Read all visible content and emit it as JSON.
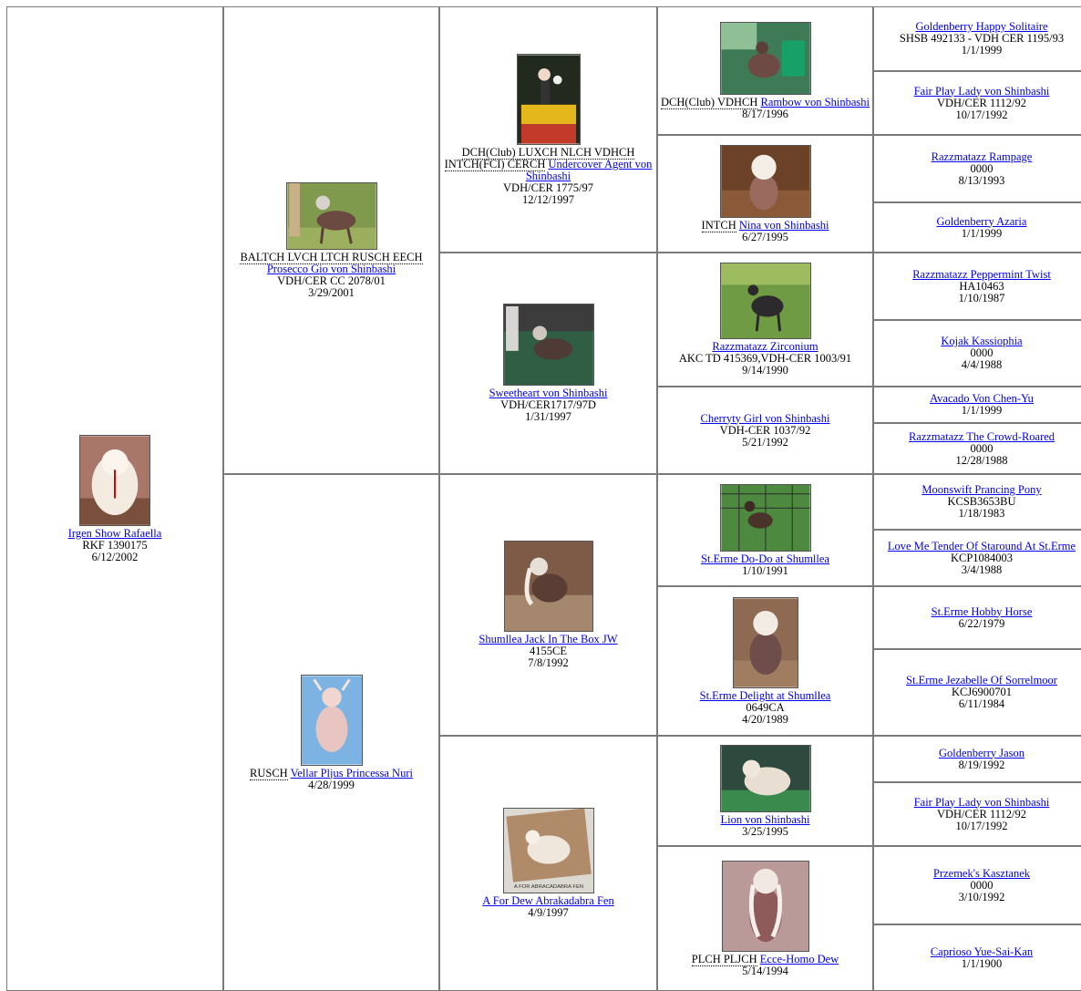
{
  "dogs": {
    "g0": {
      "name": "Irgen Show Rafaella",
      "lines": [
        "RKF 1390175",
        "6/12/2002"
      ]
    },
    "g1a": {
      "titles": "BALTCH LVCH LTCH RUSCH EECH",
      "name": "Prosecco Gio von Shinbashi",
      "lines": [
        "VDH/CER CC 2078/01",
        "3/29/2001"
      ]
    },
    "g1b": {
      "titles": "RUSCH",
      "name": "Vellar Pljus Princessa Nuri",
      "lines": [
        "4/28/1999"
      ]
    },
    "g2a": {
      "titles": "DCH(Club) LUXCH NLCH VDHCH INTCH(FCI) CERCH",
      "name": "Undercover Agent von Shinbashi",
      "lines": [
        "VDH/CER 1775/97",
        "12/12/1997"
      ]
    },
    "g2b": {
      "name": "Sweetheart von Shinbashi",
      "lines": [
        "VDH/CER1717/97D",
        "1/31/1997"
      ]
    },
    "g2c": {
      "name": "Shumllea Jack In The Box JW",
      "lines": [
        "4155CE",
        "7/8/1992"
      ]
    },
    "g2d": {
      "name": "A For Dew Abrakadabra Fen",
      "lines": [
        "4/9/1997"
      ]
    },
    "g3a": {
      "titles": "DCH(Club) VDHCH",
      "name": "Rambow von Shinbashi",
      "lines": [
        "8/17/1996"
      ]
    },
    "g3b": {
      "titles": "INTCH",
      "name": "Nina von Shinbashi",
      "lines": [
        "6/27/1995"
      ]
    },
    "g3c": {
      "name": "Razzmatazz Zirconium",
      "lines": [
        "AKC TD 415369,VDH-CER 1003/91",
        "9/14/1990"
      ]
    },
    "g3d": {
      "name": "Cherryty Girl von Shinbashi",
      "lines": [
        "VDH-CER 1037/92",
        "5/21/1992"
      ]
    },
    "g3e": {
      "name": "St.Erme Do-Do at Shumllea",
      "lines": [
        "1/10/1991"
      ]
    },
    "g3f": {
      "name": "St.Erme Delight at Shumllea",
      "lines": [
        "0649CA",
        "4/20/1989"
      ]
    },
    "g3g": {
      "name": "Lion von Shinbashi",
      "lines": [
        "3/25/1995"
      ]
    },
    "g3h": {
      "titles": "PLCH PLJCH",
      "name": "Ecce-Homo Dew",
      "lines": [
        "5/14/1994"
      ]
    },
    "g4a": {
      "name": "Goldenberry Happy Solitaire",
      "lines": [
        "SHSB 492133 - VDH CER 1195/93",
        "1/1/1999"
      ]
    },
    "g4b": {
      "name": "Fair Play Lady von Shinbashi",
      "lines": [
        "VDH/CER 1112/92",
        "10/17/1992"
      ]
    },
    "g4c": {
      "name": "Razzmatazz Rampage",
      "lines": [
        "0000",
        "8/13/1993"
      ]
    },
    "g4d": {
      "name": "Goldenberry Azaria",
      "lines": [
        "1/1/1999"
      ]
    },
    "g4e": {
      "name": "Razzmatazz Peppermint Twist",
      "lines": [
        "HA10463",
        "1/10/1987"
      ]
    },
    "g4f": {
      "name": "Kojak Kassiophia",
      "lines": [
        "0000",
        "4/4/1988"
      ]
    },
    "g4g": {
      "name": "Avacado Von Chen-Yu",
      "lines": [
        "1/1/1999"
      ]
    },
    "g4h": {
      "name": "Razzmatazz The Crowd-Roared",
      "lines": [
        "0000",
        "12/28/1988"
      ]
    },
    "g4i": {
      "name": "Moonswift Prancing Pony",
      "lines": [
        "KCSB3653BU",
        "1/18/1983"
      ]
    },
    "g4j": {
      "name": "Love Me Tender Of Staround At St.Erme",
      "lines": [
        "KCP1084003",
        "3/4/1988"
      ]
    },
    "g4k": {
      "name": "St.Erme Hobby Horse",
      "lines": [
        "6/22/1979"
      ]
    },
    "g4l": {
      "name": "St.Erme Jezabelle Of Sorrelmoor",
      "lines": [
        "KCJ6900701",
        "6/11/1984"
      ]
    },
    "g4m": {
      "name": "Goldenberry Jason",
      "lines": [
        "8/19/1992"
      ]
    },
    "g4n": {
      "name": "Fair Play Lady von Shinbashi",
      "lines": [
        "VDH/CER 1112/92",
        "10/17/1992"
      ]
    },
    "g4o": {
      "name": "Przemek's Kasztanek",
      "lines": [
        "0000",
        "3/10/1992"
      ]
    },
    "g4p": {
      "name": "Caprioso Yue-Sai-Kan",
      "lines": [
        "1/1/1900"
      ]
    }
  },
  "photo_captions": {
    "g2d": "A FOR ABRACADABRA FEN"
  }
}
